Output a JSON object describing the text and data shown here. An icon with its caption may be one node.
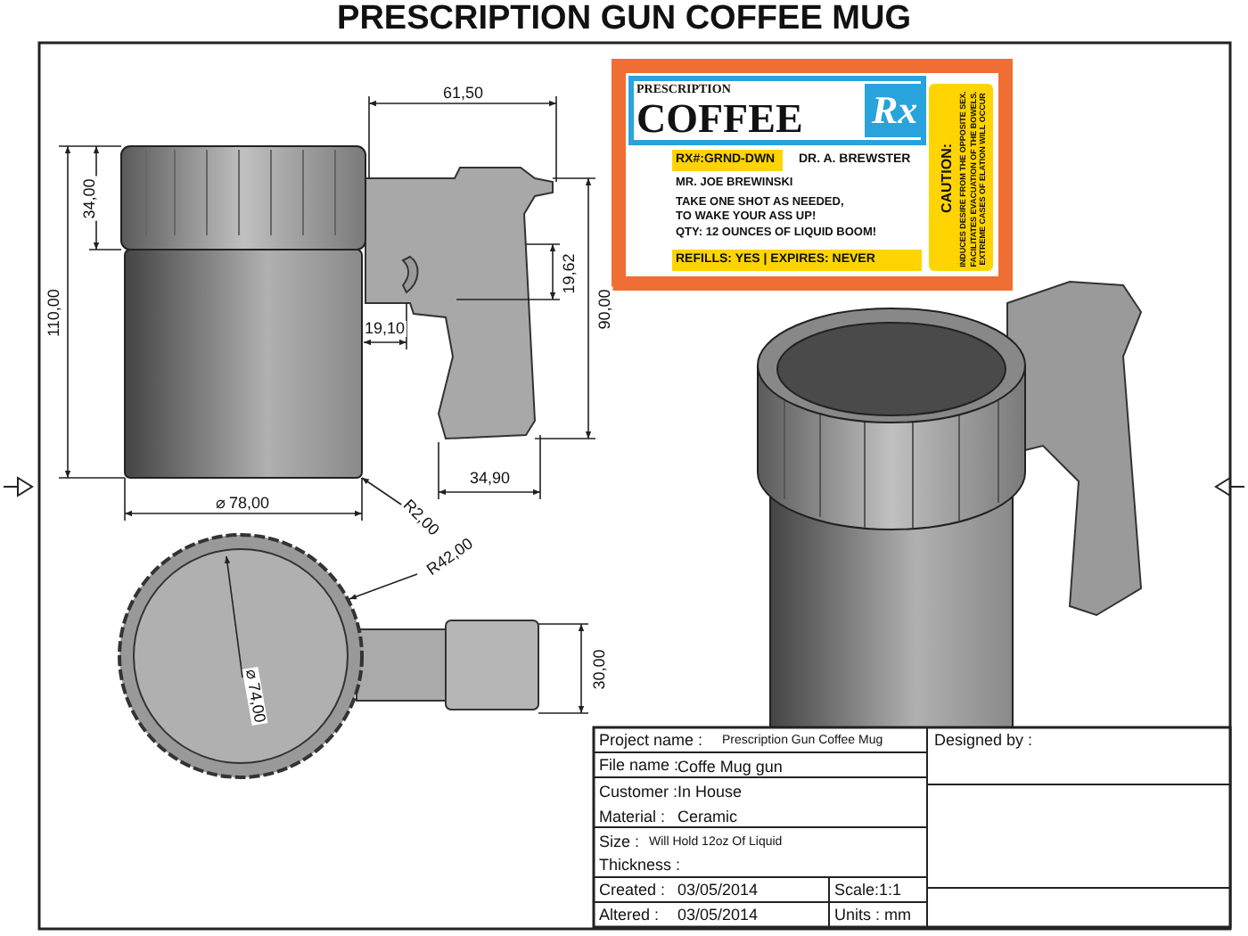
{
  "diagram": {
    "title": "PRESCRIPTION GUN COFFEE MUG",
    "labels": [
      "61,50",
      "34,00",
      "110,00",
      "19,62",
      "90,00",
      "19,10",
      "34,90",
      "⌀ 78,00",
      "R2,00",
      "R42,00",
      "⌀ 74,00",
      "30,00",
      "PRESCRIPTION",
      "COFFEE",
      "Rx",
      "RX#:GRND-DWN",
      "DR. A. BREWSTER",
      "MR. JOE BREWINSKI",
      "TAKE ONE SHOT AS NEEDED, TO WAKE YOUR ASS UP!",
      "QTY: 12 OUNCES OF LIQUID BOOM!",
      "REFILLS: YES | EXPIRES: NEVER",
      "CAUTION:",
      "INDUCES DESIRE FROM THE OPPOSITE SEX. FACILITATES EVACUATION OF THE BOWELS. EXTREME CASES OF ELATION WILL OCCUR",
      "Project name :",
      "Prescription Gun Coffee Mug",
      "File name :",
      "Coffe Mug gun",
      "Customer :",
      "In House",
      "Material :",
      "Ceramic",
      "Size :",
      "Will Hold 12oz Of Liquid",
      "Thickness :",
      "Created :",
      "03/05/2014",
      "Scale:1:1",
      "Altered :",
      "03/05/2014",
      "Units : mm",
      "Designed by :"
    ]
  }
}
